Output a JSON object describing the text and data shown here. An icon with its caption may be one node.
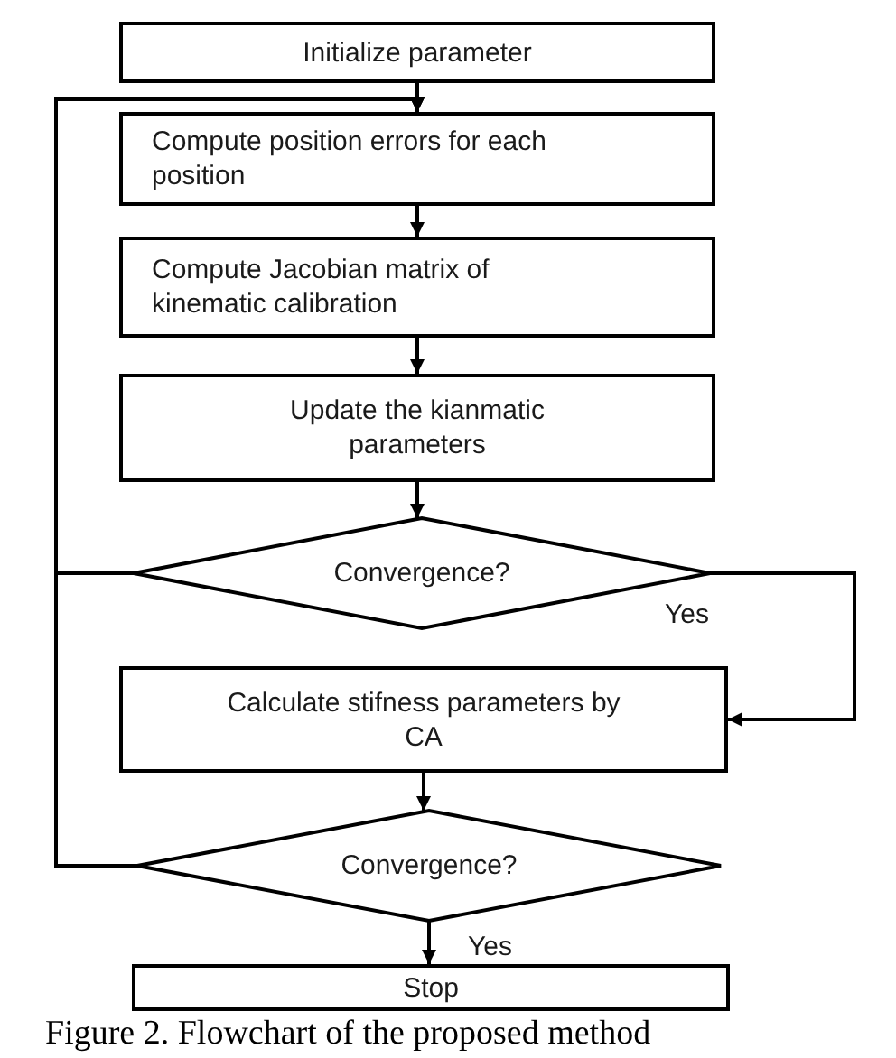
{
  "diagram": {
    "caption": "Figure 2. Flowchart of the proposed method",
    "nodes": [
      {
        "text": [
          "Initialize parameter"
        ]
      },
      {
        "text": [
          "Compute position errors for each position"
        ]
      },
      {
        "text": [
          "Compute Jacobian matrix of kinematic calibration"
        ]
      },
      {
        "text": [
          "Update the kianmatic parameters"
        ]
      },
      {
        "text": [
          "Convergence?"
        ]
      },
      {
        "text": [
          "Calculate stifness parameters by CA"
        ]
      },
      {
        "text": [
          "Convergence?"
        ]
      },
      {
        "text": [
          "Stop"
        ]
      }
    ],
    "edges": [
      {
        "from": 0,
        "to": 1,
        "arrow": "to"
      },
      {
        "from": 1,
        "to": 2,
        "arrow": "to"
      },
      {
        "from": 2,
        "to": 3,
        "arrow": "to"
      },
      {
        "from": 3,
        "to": 4,
        "arrow": "to"
      },
      {
        "from": 4,
        "to": 5,
        "arrow": "to",
        "label": "Yes"
      },
      {
        "from": 4,
        "to": 1,
        "arrow": "to"
      },
      {
        "from": 5,
        "to": 6,
        "arrow": "to"
      },
      {
        "from": 6,
        "to": 1,
        "arrow": "to"
      },
      {
        "from": 6,
        "to": 7,
        "arrow": "to",
        "label": "Yes"
      }
    ]
  }
}
